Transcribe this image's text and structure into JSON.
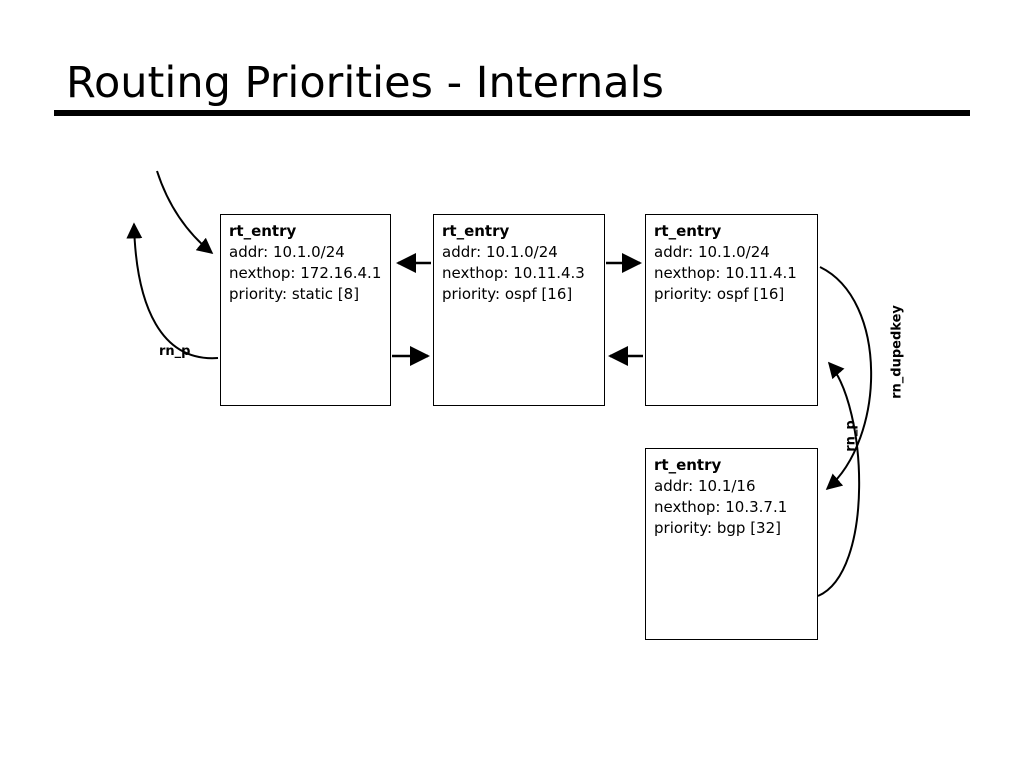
{
  "slide": {
    "title": "Routing Priorities - Internals"
  },
  "nodes": [
    {
      "title": "rt_entry",
      "addr": "addr: 10.1.0/24",
      "nexthop": "nexthop: 172.16.4.1",
      "priority": "priority: static [8]"
    },
    {
      "title": "rt_entry",
      "addr": "addr: 10.1.0/24",
      "nexthop": "nexthop: 10.11.4.3",
      "priority": "priority: ospf [16]"
    },
    {
      "title": "rt_entry",
      "addr": "addr: 10.1.0/24",
      "nexthop": "nexthop: 10.11.4.1",
      "priority": "priority: ospf [16]"
    },
    {
      "title": "rt_entry",
      "addr": "addr: 10.1/16",
      "nexthop": "nexthop: 10.3.7.1",
      "priority": "priority: bgp [32]"
    }
  ],
  "labels": {
    "rn_p_left": "rn_p",
    "rn_p_right": "rn_p",
    "rn_dupedkey": "rn_dupedkey"
  },
  "colors": {
    "line": "#000000",
    "background": "#ffffff"
  }
}
